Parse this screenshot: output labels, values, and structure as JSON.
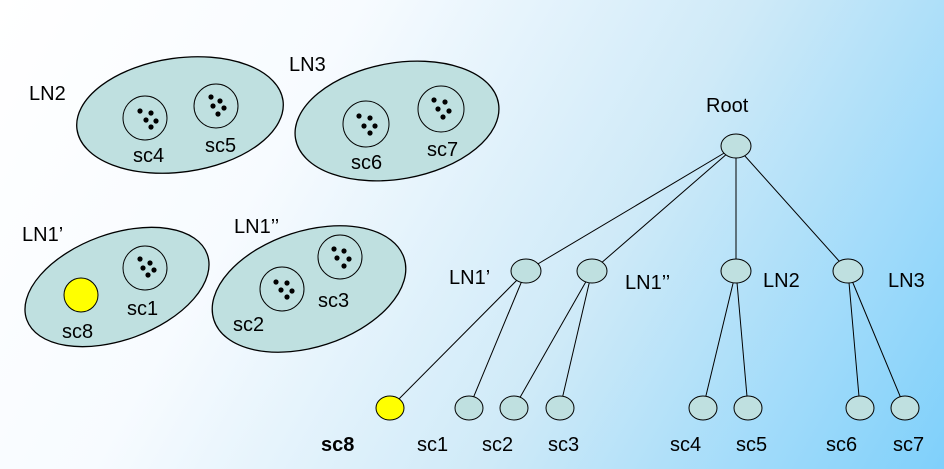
{
  "colors": {
    "cluster_fill": "#bfe0e0",
    "node_fill": "#bfe0e0",
    "highlight_fill": "#ffff00",
    "line": "#000000"
  },
  "clusters": [
    {
      "label": "LN2",
      "subclusters": [
        "sc4",
        "sc5"
      ]
    },
    {
      "label": "LN3",
      "subclusters": [
        "sc6",
        "sc7"
      ]
    },
    {
      "label": "LN1’",
      "subclusters": [
        "sc8",
        "sc1"
      ]
    },
    {
      "label": "LN1’’",
      "subclusters": [
        "sc2",
        "sc3"
      ]
    }
  ],
  "tree": {
    "root": "Root",
    "level1": [
      "LN1’",
      "LN1’’",
      "LN2",
      "LN3"
    ],
    "leaves": [
      "sc8",
      "sc1",
      "sc2",
      "sc3",
      "sc4",
      "sc5",
      "sc6",
      "sc7"
    ],
    "highlighted_leaf": "sc8"
  }
}
